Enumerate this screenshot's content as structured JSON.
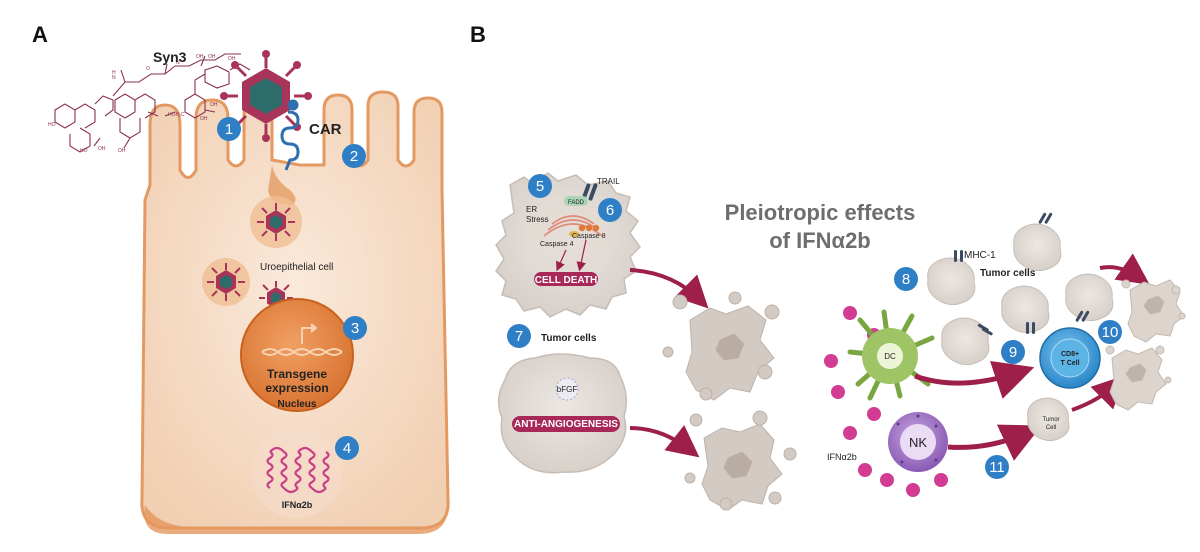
{
  "panel_a": {
    "letter": "A",
    "syn3": "Syn3",
    "car": "CAR",
    "cell_label": "Uroepithelial cell",
    "transgene_line1": "Transgene",
    "transgene_line2": "expression",
    "nucleus": "Nucleus",
    "protein": "IFNα2b",
    "steps": [
      "1",
      "2",
      "3",
      "4"
    ]
  },
  "panel_b": {
    "letter": "B",
    "title_line1": "Pleiotropic effects",
    "title_line2": "of IFNα2b",
    "er_stress": "ER\nStress",
    "er_line1": "ER",
    "er_line2": "Stress",
    "trail": "TRAIL",
    "fadd": "FADD",
    "caspase8": "Caspase 8",
    "caspase4": "Caspase 4",
    "cell_death": "CELL DEATH",
    "tumor_cells_left": "Tumor cells",
    "bfgf": "bFGF",
    "anti_angiogenesis": "ANTI-ANGIOGENESIS",
    "mhc1": "MHC-1",
    "tumor_cells_right": "Tumor cells",
    "dc": "DC",
    "nk": "NK",
    "cd8_line1": "CD8+",
    "cd8_line2": "T Cell",
    "tumor_cell_line1": "Tumor",
    "tumor_cell_line2": "Cell",
    "ifn_label": "IFNα2b",
    "steps": [
      "5",
      "6",
      "7",
      "8",
      "9",
      "10",
      "11"
    ]
  },
  "colors": {
    "step_blue": "#2f7fc6",
    "cell_fill": "#f6dcc6",
    "cell_stroke": "#d8844a",
    "nucleus": "#e07d3a",
    "virus": "#a8345a",
    "virus_core": "#2e6b6b",
    "tumor_gray": "#d9d2cc",
    "pill_magenta": "#a8285a",
    "arrow": "#9e1f4a",
    "ifn_dot": "#d23d93",
    "dc_green": "#7aa642",
    "nk_purple": "#9a6bbf",
    "tcell_blue": "#3a9ad8",
    "receptor": "#3b4a63"
  }
}
